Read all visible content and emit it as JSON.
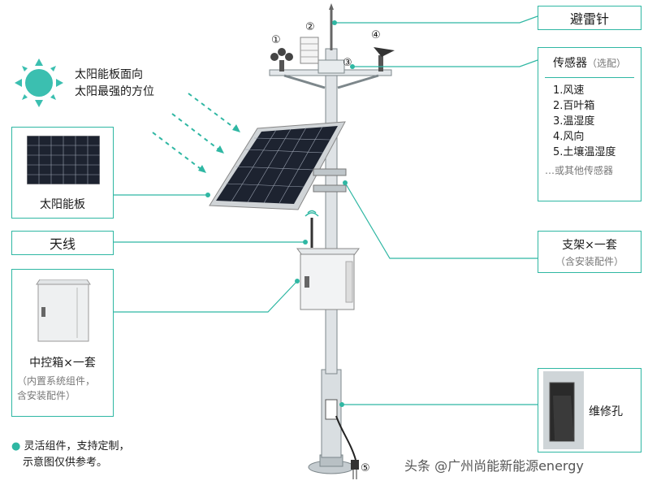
{
  "colors": {
    "accent": "#2fb7a3",
    "sun": "#3bbfb0",
    "pole": "#9aa4a8"
  },
  "sun_text": [
    "太阳能板面向",
    "太阳最强的方位"
  ],
  "lightning_rod": "避雷针",
  "sensors": {
    "title": "传感器",
    "title_note": "（选配）",
    "items": [
      "1.风速",
      "2.百叶箱",
      "3.温湿度",
      "4.风向",
      "5.土壤温湿度"
    ],
    "more": "…或其他传感器"
  },
  "solar_panel": "太阳能板",
  "antenna": "天线",
  "bracket": {
    "title": "支架×一套",
    "note": "（含安装配件）"
  },
  "control_box": {
    "title": "中控箱×一套",
    "note_lines": [
      "（内置系统组件，",
      "含安装配件）"
    ]
  },
  "maintenance": "维修孔",
  "footnote": [
    "灵活组件，支持定制，",
    "示意图仅供参考。"
  ],
  "markers": [
    "①",
    "②",
    "③",
    "④",
    "⑤"
  ],
  "watermark": "头条 @广州尚能新能源energy"
}
